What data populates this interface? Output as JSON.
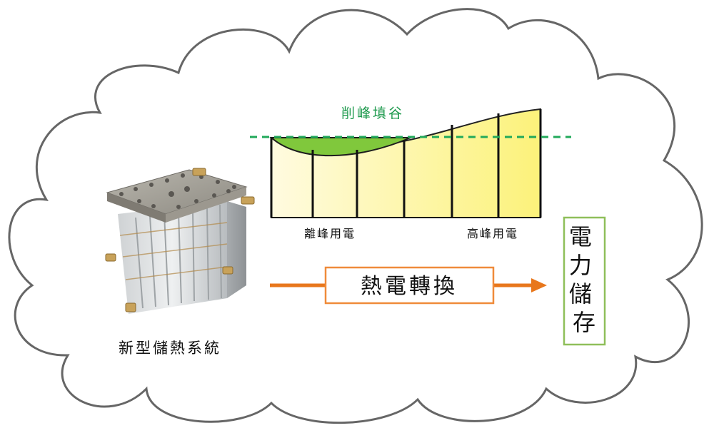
{
  "peak_shaving_label": "削峰填谷",
  "off_peak_label": "離峰用電",
  "peak_label": "高峰用電",
  "conversion_label": "熱電轉換",
  "storage_label": "電力儲存",
  "system_label": "新型儲熱系統",
  "colors": {
    "cloud_stroke": "#666666",
    "dashed_line": "#21a95a",
    "label_green": "#1f9a4e",
    "fill_area": "#80c83c",
    "arrow": "#e8771c",
    "box_orange": "#ef8b3a",
    "box_green": "#8fbf5a"
  }
}
